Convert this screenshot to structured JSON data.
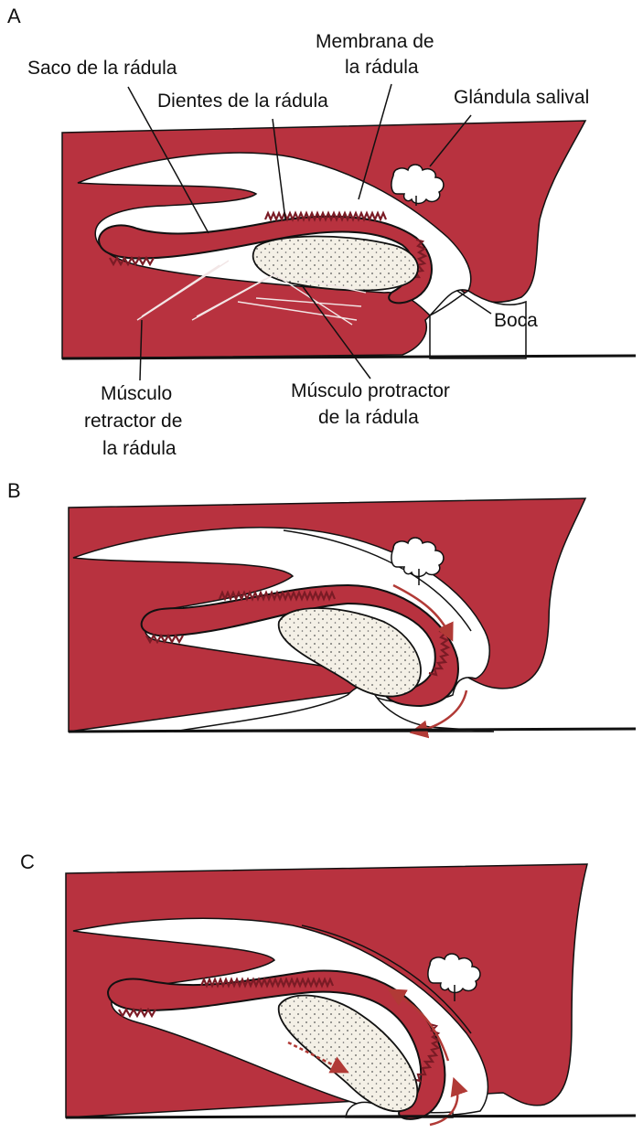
{
  "panels": [
    {
      "letter": "A"
    },
    {
      "letter": "B"
    },
    {
      "letter": "C"
    }
  ],
  "labels": {
    "saco_radula": "Saco de la rádula",
    "membrana_1": "Membrana de",
    "membrana_2": "la rádula",
    "dientes_radula": "Dientes de la rádula",
    "glandula_salival": "Glándula salival",
    "boca": "Boca",
    "retractor_1": "Músculo",
    "retractor_2": "retractor de",
    "retractor_3": "la rádula",
    "protractor_1": "Músculo protractor",
    "protractor_2": "de la rádula"
  },
  "colors": {
    "tissue": "#b8323f",
    "tissue_dark": "#8e2430",
    "cavity": "#ffffff",
    "cartilage": "#f3efe6",
    "arrow": "#b13a36",
    "line": "#111111"
  }
}
